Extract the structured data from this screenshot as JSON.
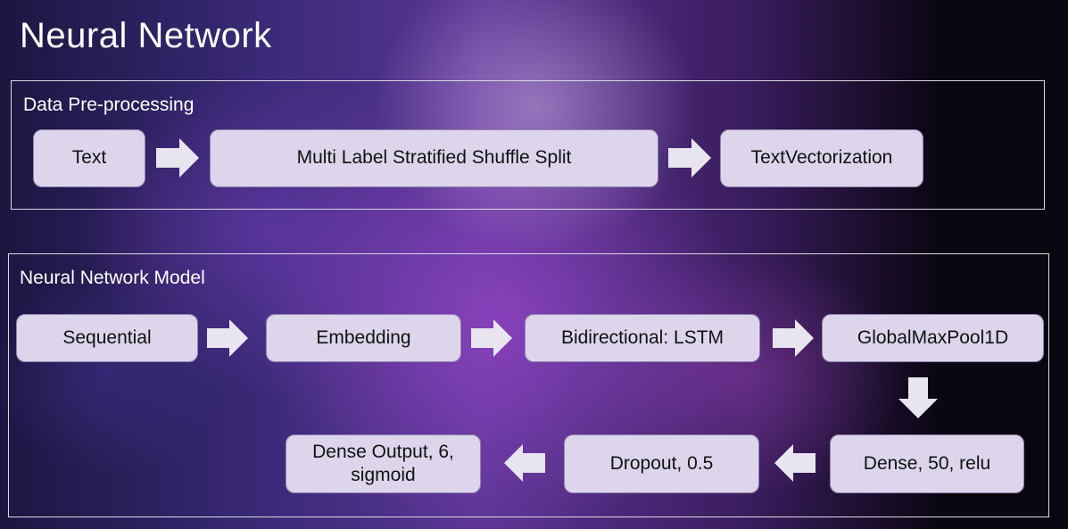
{
  "title": "Neural Network",
  "preprocessing": {
    "label": "Data Pre-processing",
    "steps": [
      "Text",
      "Multi Label Stratified Shuffle Split",
      "TextVectorization"
    ]
  },
  "model": {
    "label": "Neural Network Model",
    "steps": [
      "Sequential",
      "Embedding",
      "Bidirectional: LSTM",
      "GlobalMaxPool1D",
      "Dense, 50, relu",
      "Dropout, 0.5",
      "Dense Output, 6,\nsigmoid"
    ]
  },
  "colors": {
    "box_fill": "#dcd5ec",
    "box_border": "#8e84ac",
    "arrow_fill": "#e8e4f0",
    "panel_border": "#d9d9e0",
    "text_light": "#ffffff"
  }
}
